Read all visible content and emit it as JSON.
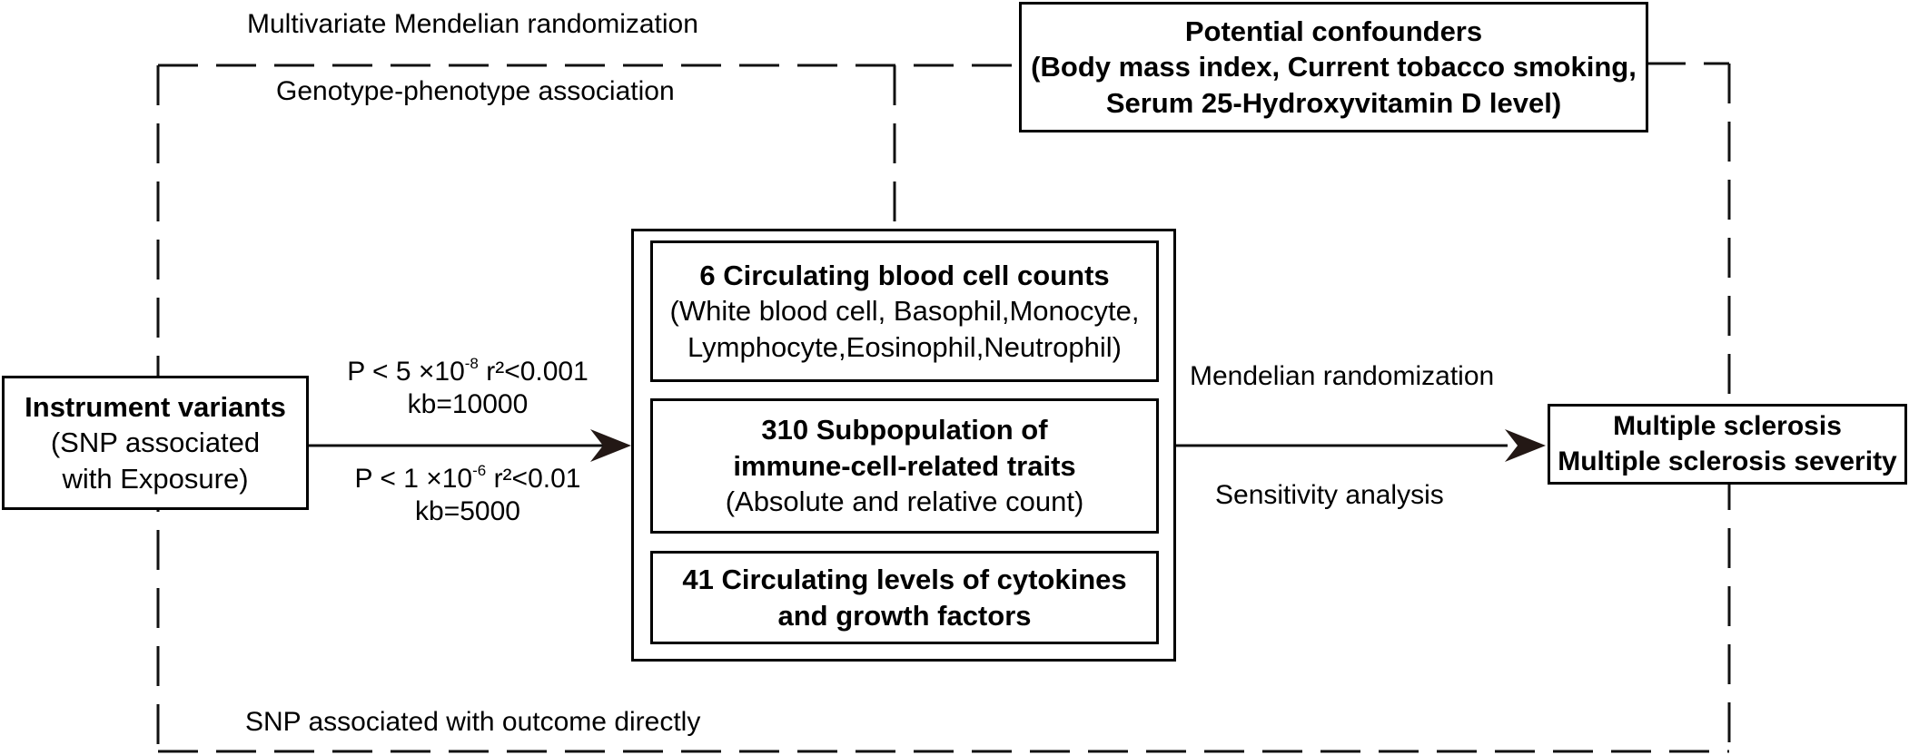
{
  "labels": {
    "mvmr": "Multivariate Mendelian randomization",
    "genotype_phenotype": "Genotype-phenotype association",
    "snp_outcome_direct": "SNP associated with outcome directly",
    "mendelian_randomization": "Mendelian randomization",
    "sensitivity_analysis": "Sensitivity analysis"
  },
  "confounders": {
    "title": "Potential confounders",
    "line1": "(Body mass index, Current tobacco smoking,",
    "line2": "Serum 25-Hydroxyvitamin D level)"
  },
  "instrument": {
    "title": "Instrument variants",
    "line1": "(SNP associated",
    "line2": "with Exposure)"
  },
  "thresholds": {
    "t1_prefix": "P < 5 ×10",
    "t1_exp": "-8",
    "t1_suffix": " r²<0.001",
    "t1_kb": "kb=10000",
    "t2_prefix": "P < 1 ×10",
    "t2_exp": "-6",
    "t2_suffix": " r²<0.01",
    "t2_kb": "kb=5000"
  },
  "exposures": {
    "blood": {
      "title": "6 Circulating blood cell counts",
      "line1": "(White blood cell, Basophil,Monocyte,",
      "line2": "Lymphocyte,Eosinophil,Neutrophil)"
    },
    "immune": {
      "title1": "310 Subpopulation of",
      "title2": "immune-cell-related traits",
      "line1": "(Absolute and relative count)"
    },
    "cytokines": {
      "title1": "41 Circulating levels of cytokines",
      "title2": "and growth factors"
    }
  },
  "outcome": {
    "line1": "Multiple sclerosis",
    "line2": "Multiple sclerosis severity"
  }
}
